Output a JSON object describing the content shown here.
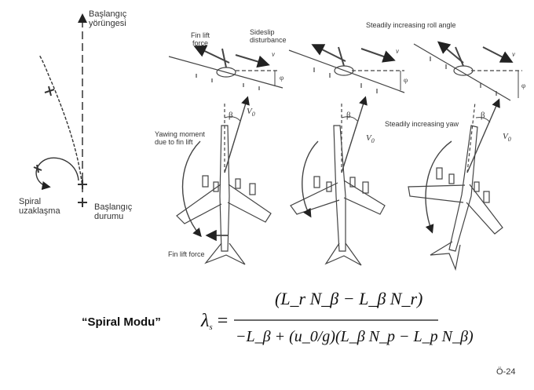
{
  "labels": {
    "initial_path": [
      "Başlangıç",
      "yörüngesi"
    ],
    "spiral": [
      "Spiral",
      "uzaklaşma"
    ],
    "initial_state": [
      "Başlangıç",
      "durumu"
    ],
    "fin_lift_force_top": [
      "Fin lift",
      "force"
    ],
    "sideslip": [
      "Sideslip",
      "disturbance"
    ],
    "roll_angle": "Steadily increasing roll angle",
    "yawing_moment": [
      "Yawing moment",
      "due to fin lift"
    ],
    "fin_lift_force_bottom": "Fin lift force",
    "yaw": "Steadily increasing yaw",
    "beta": "β",
    "v0": "V",
    "v0_sub": "0",
    "v": "v",
    "phi": "φ"
  },
  "mode_title": "“Spiral Modu”",
  "formula": {
    "lhs": "λ",
    "lhs_sub": "s",
    "numerator": "(L_r N_β − L_β N_r)",
    "denominator": "−L_β + (u_0/g)(L_β N_p − L_p N_β)"
  },
  "slide_number": "Ö-24"
}
